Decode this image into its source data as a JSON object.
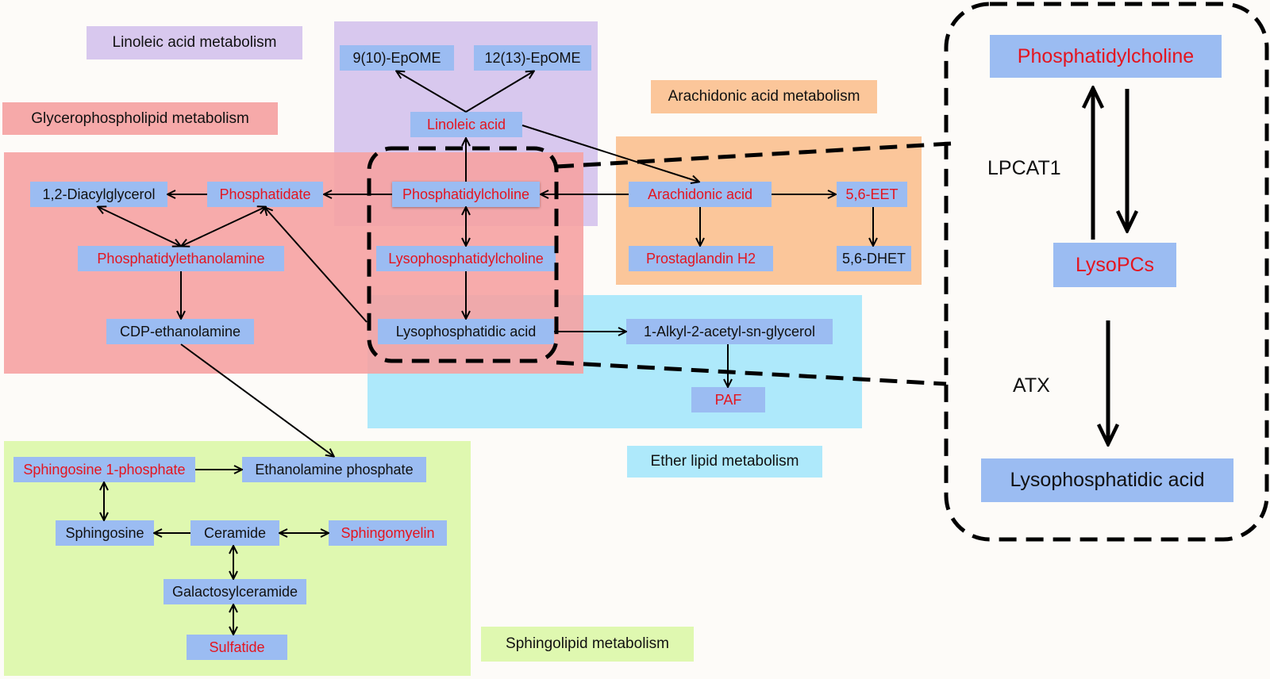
{
  "regions": {
    "linoleic": "Linoleic acid metabolism",
    "glycerophospholipid": "Glycerophospholipid metabolism",
    "arachidonic": "Arachidonic acid metabolism",
    "ether": "Ether lipid metabolism",
    "sphingolipid": "Sphingolipid metabolism"
  },
  "nodes": {
    "epome910": "9(10)-EpOME",
    "epome1213": "12(13)-EpOME",
    "linoleic_acid": "Linoleic acid",
    "diacylglycerol": "1,2-Diacylglycerol",
    "phosphatidate": "Phosphatidate",
    "phosphatidylcholine": "Phosphatidylcholine",
    "arachidonic_acid": "Arachidonic acid",
    "eet": "5,6-EET",
    "phosphatidylethanolamine": "Phosphatidylethanolamine",
    "lysophosphatidylcholine": "Lysophosphatidylcholine",
    "prostaglandin": "Prostaglandin H2",
    "dhet": "5,6-DHET",
    "cdp_ethanolamine": "CDP-ethanolamine",
    "lysophosphatidic_acid": "Lysophosphatidic acid",
    "alkyl_glycerol": "1-Alkyl-2-acetyl-sn-glycerol",
    "paf": "PAF",
    "s1p": "Sphingosine 1-phosphate",
    "ethanolamine_phosphate": "Ethanolamine phosphate",
    "sphingosine": "Sphingosine",
    "ceramide": "Ceramide",
    "sphingomyelin": "Sphingomyelin",
    "galactosylceramide": "Galactosylceramide",
    "sulfatide": "Sulfatide"
  },
  "inset": {
    "phosphatidylcholine": "Phosphatidylcholine",
    "lysopcs": "LysoPCs",
    "lysophosphatidic_acid": "Lysophosphatidic acid",
    "lpcat1": "LPCAT1",
    "atx": "ATX"
  },
  "colors": {
    "highlight_text": "#e4151f",
    "node_fill": "#9bbcf2",
    "linoleic_region": "#d8c8ee",
    "glycerophospholipid_region": "#f6a9a9",
    "arachidonic_region": "#fbc69a",
    "ether_region": "#aee9fb",
    "sphingolipid_region": "#dff8b0"
  }
}
